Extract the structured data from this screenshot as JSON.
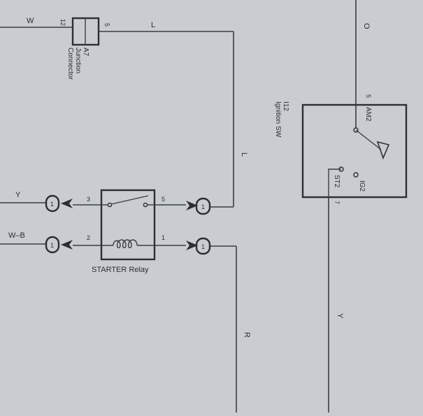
{
  "wires": {
    "w": "W",
    "l_top": "L",
    "l_mid": "L",
    "o": "O",
    "y_left": "Y",
    "wb": "W–B",
    "r": "R",
    "y_right": "Y"
  },
  "junction_connector": {
    "pin_left": "12",
    "pin_right": "5",
    "code": "A7",
    "name_line1": "Junction",
    "name_line2": "Connector"
  },
  "ignition_switch": {
    "code": "I12",
    "name": "Ignition SW",
    "pin_am2_num": "5",
    "am2": "AM2",
    "st2": "ST2",
    "pin_st2_num": "7",
    "ig2": "IG2"
  },
  "starter_relay": {
    "label": "STARTER Relay",
    "pin3": "3",
    "pin5": "5",
    "pin2": "2",
    "pin1": "1"
  },
  "connector_pin_label": "1",
  "colors": {
    "paper": "#c9cdd2",
    "ink": "#2c2e32"
  }
}
